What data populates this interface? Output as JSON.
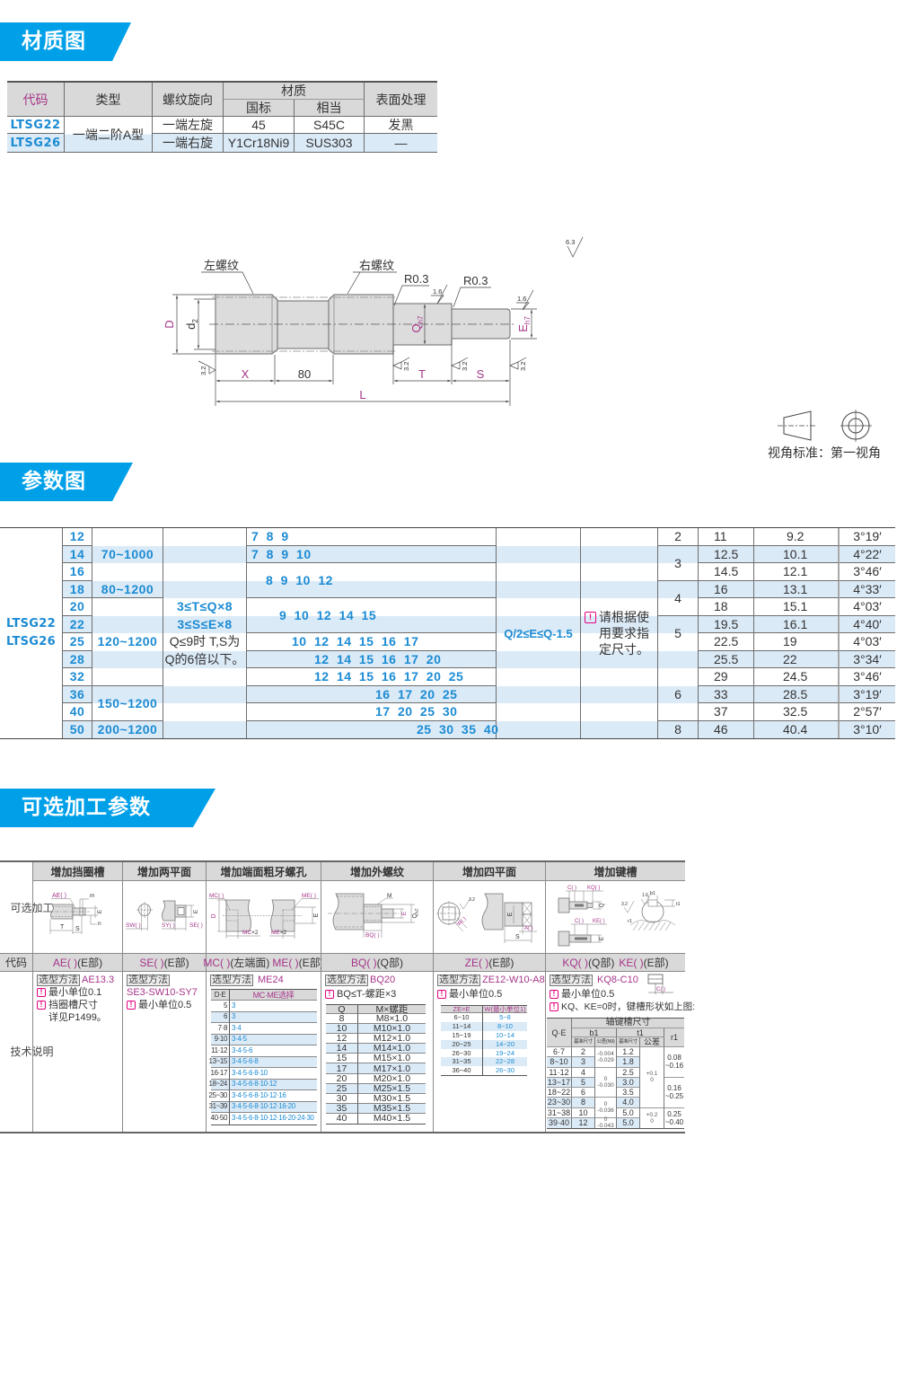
{
  "banners": {
    "material": "材质图",
    "params": "参数图",
    "options": "可选加工参数"
  },
  "colors": {
    "banner": "#00a0e9",
    "accent_blue": "#1b8bd3",
    "accent_magenta": "#a5358a",
    "stripe": "#dbeaf7",
    "header_gray": "#d9d9d9",
    "note_icon": "#e4007f"
  },
  "material_table": {
    "headers": {
      "code": "代码",
      "type": "类型",
      "thread_direction": "螺纹旋向",
      "material": "材质",
      "material_gb": "国标",
      "material_equiv": "相当",
      "surface": "表面处理"
    },
    "type_value": "一端二阶A型",
    "rows": [
      {
        "code": "LTSG22",
        "thread_direction": "一端左旋",
        "material_gb": "45",
        "material_equiv": "S45C",
        "surface": "发黑"
      },
      {
        "code": "LTSG26",
        "thread_direction": "一端右旋",
        "material_gb": "Y1Cr18Ni9",
        "material_equiv": "SUS303",
        "surface": "—"
      }
    ]
  },
  "drawing": {
    "left_thread": "左螺纹",
    "right_thread": "右螺纹",
    "fillet_1": "R0.3",
    "fillet_2": "R0.3",
    "roughness_general": "6.3",
    "roughness_q": "1.6",
    "roughness_e": "1.6",
    "roughness_32": "3.2",
    "dim_D": "D",
    "dim_d2": "d",
    "dim_d2_sub": "2",
    "dim_Q": "Q",
    "dim_Q_sub": "h7",
    "dim_E": "E",
    "dim_E_sub": "h7",
    "dim_X": "X",
    "dim_80": "80",
    "dim_T": "T",
    "dim_S": "S",
    "dim_L": "L"
  },
  "view_standard": {
    "label": "视角标准：第一视角"
  },
  "params_table": {
    "series": [
      "LTSG22",
      "LTSG26"
    ],
    "Q": [
      "12",
      "14",
      "16",
      "18",
      "20",
      "22",
      "25",
      "28",
      "32",
      "36",
      "40",
      "50"
    ],
    "L_ranges": [
      "70~1000",
      "80~1200",
      "120~1200",
      "150~1200",
      "200~1200"
    ],
    "TS_rule": [
      "3≤T≤Q×8",
      "3≤S≤E×8",
      "Q≤9时 T,S为",
      "Q的6倍以下。"
    ],
    "X_values": [
      "7 8 9",
      "7 8 9 10",
      "8 9 10 12",
      "9 10 12 14 15",
      "10 12 14 15 16 17",
      "12 14 15 16 17 20",
      "12 14 15 16 17 20 25",
      "16 17 20 25",
      "17 20 25 30",
      "25 30 35 40"
    ],
    "E_rule": "Q/2≤E≤Q-1.5",
    "note_lines": [
      "请根据使",
      "用要求指",
      "定尺寸。"
    ],
    "col7_values": [
      "2",
      "3",
      "4",
      "5",
      "6",
      "8"
    ],
    "col8_values": [
      "11",
      "12.5",
      "14.5",
      "16",
      "18",
      "19.5",
      "22.5",
      "25.5",
      "29",
      "33",
      "37",
      "46"
    ],
    "col9_values": [
      "9.2",
      "10.1",
      "12.1",
      "13.1",
      "15.1",
      "16.1",
      "19",
      "22",
      "24.5",
      "28.5",
      "32.5",
      "40.4"
    ],
    "col10_values": [
      "3°19′",
      "4°22′",
      "3°46′",
      "4°33′",
      "4°03′",
      "4°40′",
      "4°03′",
      "3°34′",
      "3°46′",
      "3°19′",
      "2°57′",
      "3°10′"
    ]
  },
  "options_table": {
    "row_labels": {
      "options": "可选加工",
      "code": "代码",
      "tech": "技术说明"
    },
    "select_method_label": "选型方法",
    "columns": [
      {
        "title": "增加挡圈槽",
        "code": "AE( )",
        "code_part": "(E部)",
        "example": "AE13.3",
        "notes": [
          "最小单位0.1",
          "挡圈槽尺寸"
        ],
        "note_cont": "详见P1499。",
        "diagram": {
          "ae": "AE( )",
          "m": "m",
          "e": "E",
          "n": "n",
          "t": "T",
          "s": "S"
        }
      },
      {
        "title": "增加两平面",
        "code": "SE( )",
        "code_part": "(E部)",
        "example": "SE3-SW10-SY7",
        "notes": [
          "最小单位0.5"
        ],
        "diagram": {
          "sw": "SW( )",
          "sy": "SY( )",
          "se": "SE( )",
          "e": "E"
        }
      },
      {
        "title": "增加端面粗牙螺孔",
        "code": "MC( )",
        "code_part": "(左端面)",
        "code2": "ME( )",
        "code2_part": "(E部)",
        "example": "ME24",
        "diagram": {
          "mc": "MC( )",
          "me": "ME( )",
          "d": "D",
          "e": "E",
          "mc2": "MC",
          "me2": "ME",
          "x2": "×2"
        },
        "table": {
          "headers": [
            "D·E",
            "MC·ME选择"
          ],
          "rows": [
            [
              "5",
              "3"
            ],
            [
              "6",
              "3"
            ],
            [
              "7·8",
              "3·4"
            ],
            [
              "9·10",
              "3·4·5"
            ],
            [
              "11·12",
              "3·4·5·6"
            ],
            [
              "13~15",
              "3·4·5·6·8"
            ],
            [
              "16·17",
              "3·4·5·6·8·10"
            ],
            [
              "18~24",
              "3·4·5·6·8·10·12"
            ],
            [
              "25~30",
              "3·4·5·6·8·10·12·16"
            ],
            [
              "31~39",
              "3·4·5·6·8·10·12·16·20"
            ],
            [
              "40·50",
              "3·4·5·6·8·10·12·16·20·24·30"
            ]
          ]
        }
      },
      {
        "title": "增加外螺纹",
        "code": "BQ( )",
        "code_part": "(Q部)",
        "example": "BQ20",
        "notes": [
          "BQ≤T-螺距×3"
        ],
        "diagram": {
          "m": "M",
          "e": "E",
          "q": "Q",
          "q_sub": "h7",
          "bq": "BQ( )"
        },
        "table": {
          "headers": [
            "Q",
            "M×螺距"
          ],
          "rows": [
            [
              "8",
              "M8×1.0"
            ],
            [
              "10",
              "M10×1.0"
            ],
            [
              "12",
              "M12×1.0"
            ],
            [
              "14",
              "M14×1.0"
            ],
            [
              "15",
              "M15×1.0"
            ],
            [
              "17",
              "M17×1.0"
            ],
            [
              "20",
              "M20×1.0"
            ],
            [
              "25",
              "M25×1.5"
            ],
            [
              "30",
              "M30×1.5"
            ],
            [
              "35",
              "M35×1.5"
            ],
            [
              "40",
              "M40×1.5"
            ]
          ]
        }
      },
      {
        "title": "增加四平面",
        "code": "ZE( )",
        "code_part": "(E部)",
        "example": "ZE12-W10-A8",
        "notes": [
          "最小单位0.5"
        ],
        "diagram": {
          "e": "E",
          "a": "A( )",
          "s": "S",
          "w": "W( )",
          "r": "3.2"
        },
        "table": {
          "headers": [
            "ZE=E",
            "W(最小单位1)"
          ],
          "rows": [
            [
              "6~10",
              "5~8"
            ],
            [
              "11~14",
              "8~10"
            ],
            [
              "15~19",
              "10~14"
            ],
            [
              "20~25",
              "14~20"
            ],
            [
              "26~30",
              "19~24"
            ],
            [
              "31~35",
              "22~28"
            ],
            [
              "36~40",
              "26~30"
            ]
          ]
        }
      },
      {
        "title": "增加键槽",
        "code": "KQ( )",
        "code_part": "(Q部)",
        "code2": "KE( )",
        "code2_part": "(E部)",
        "example": "KQ8-C10",
        "example_icon_label": "C( )",
        "notes": [
          "最小单位0.5",
          "KQ、KE=0时，键槽形状如上图:"
        ],
        "diagram": {
          "c1": "C( )",
          "kq": "KQ( )",
          "q": "Q",
          "c2": "C( )",
          "ke": "KE( )",
          "e": "E",
          "r16": "1.6",
          "b1": "b1",
          "r32": "3.2",
          "r1": "r1",
          "t1": "t1"
        },
        "table": {
          "title": "轴键槽尺寸",
          "qe": "Q·E",
          "b1": "b1",
          "t1": "t1",
          "r1": "r1",
          "sub_headers": [
            "基准尺寸",
            "公差(N9)",
            "基准尺寸",
            "公差"
          ],
          "rows": [
            {
              "qe": "6·7",
              "b1": "2",
              "t1": "1.2"
            },
            {
              "qe": "8~10",
              "b1": "3",
              "t1": "1.8"
            },
            {
              "qe": "11·12",
              "b1": "4",
              "t1": "2.5"
            },
            {
              "qe": "13~17",
              "b1": "5",
              "t1": "3.0"
            },
            {
              "qe": "18~22",
              "b1": "6",
              "t1": "3.5"
            },
            {
              "qe": "23~30",
              "b1": "8",
              "t1": "4.0"
            },
            {
              "qe": "31~38",
              "b1": "10",
              "t1": "5.0"
            },
            {
              "qe": "39·40",
              "b1": "12",
              "t1": "5.0"
            }
          ],
          "b1_tol": [
            {
              "upper": "-0.004",
              "lower": "-0.029"
            },
            {
              "upper": "0",
              "lower": "-0.030"
            },
            {
              "upper": "0",
              "lower": "-0.036"
            },
            {
              "upper": "0",
              "lower": "-0.043"
            }
          ],
          "t1_tol": [
            {
              "upper": "+0.1",
              "lower": "0"
            },
            {
              "upper": "+0.2",
              "lower": "0"
            }
          ],
          "r1_values": [
            [
              "0.08",
              "~0.16"
            ],
            [
              "0.16",
              "~0.25"
            ],
            [
              "0.25",
              "~0.40"
            ]
          ]
        }
      }
    ]
  }
}
